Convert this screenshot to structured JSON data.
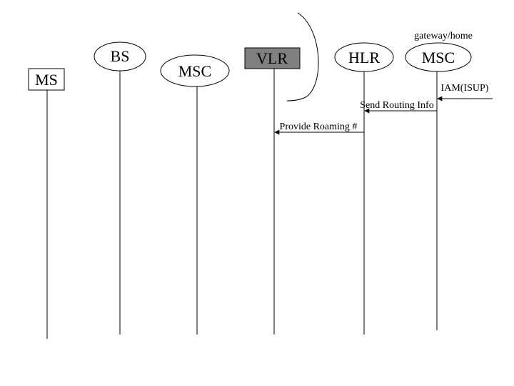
{
  "annotation": {
    "gateway_label": "gateway/home"
  },
  "nodes": [
    {
      "id": "ms",
      "label": "MS",
      "shape": "rect"
    },
    {
      "id": "bs",
      "label": "BS",
      "shape": "ellipse"
    },
    {
      "id": "msc_visited",
      "label": "MSC",
      "shape": "ellipse"
    },
    {
      "id": "vlr",
      "label": "VLR",
      "shape": "rect-filled",
      "fill": "#808080"
    },
    {
      "id": "hlr",
      "label": "HLR",
      "shape": "ellipse"
    },
    {
      "id": "msc_gateway",
      "label": "MSC",
      "shape": "ellipse"
    }
  ],
  "messages": [
    {
      "label": "IAM(ISUP)",
      "from": "external",
      "to": "msc_gateway"
    },
    {
      "label": "Send Routing Info",
      "from": "msc_gateway",
      "to": "hlr"
    },
    {
      "label": "Provide Roaming #",
      "from": "hlr",
      "to": "vlr"
    }
  ],
  "colors": {
    "line": "#000000",
    "vlr_fill": "#808080"
  }
}
